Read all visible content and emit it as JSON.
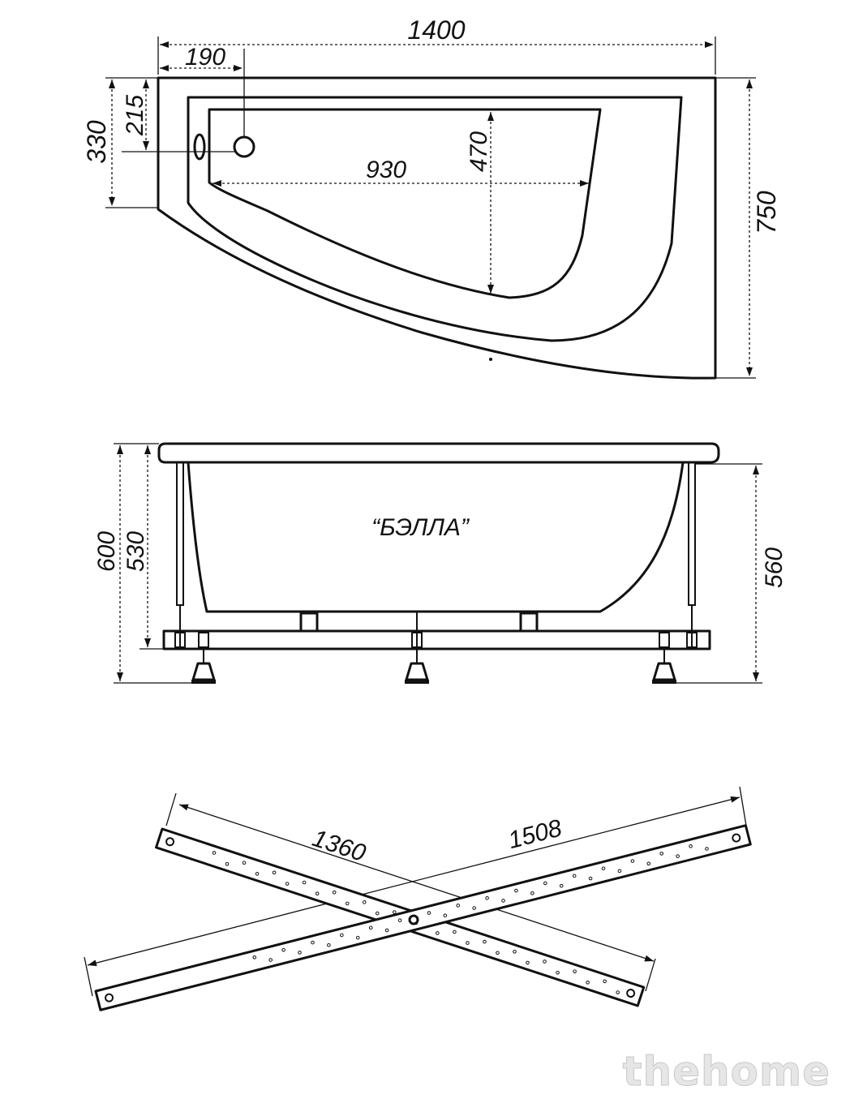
{
  "top_view": {
    "dims": {
      "overall_width": "1400",
      "drain_offset_x": "190",
      "drain_offset_y": "215",
      "left_edge_height": "330",
      "overall_depth": "750",
      "inner_length": "930",
      "inner_depth": "470"
    }
  },
  "side_view": {
    "model_name": "“БЭЛЛА”",
    "dims": {
      "total_height": "600",
      "frame_height": "530",
      "tub_height": "560"
    }
  },
  "frame_view": {
    "dims": {
      "bar_short": "1360",
      "bar_long": "1508"
    }
  },
  "watermark": "thehome"
}
